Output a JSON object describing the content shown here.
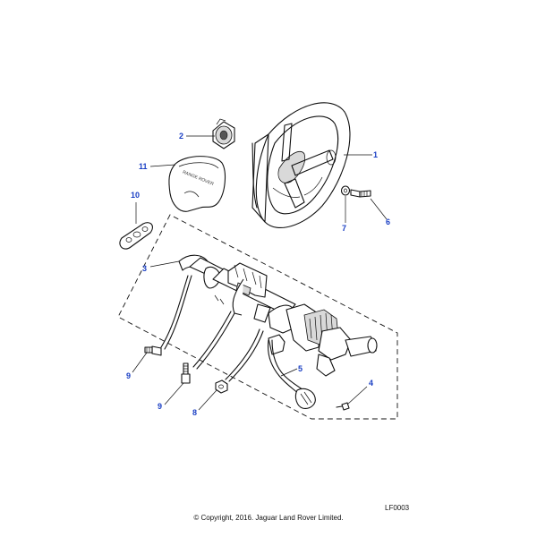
{
  "callouts": {
    "c1": "1",
    "c2": "2",
    "c3": "3",
    "c4": "4",
    "c5": "5",
    "c6": "6",
    "c7": "7",
    "c8": "8",
    "c9a": "9",
    "c9b": "9",
    "c10": "10",
    "c11": "11"
  },
  "airbag_emboss": "RANGE ROVER",
  "diagram_ref": "LF0003",
  "copyright": "© Copyright, 2016. Jaguar Land Rover Limited.",
  "colors": {
    "callout": "#1a3fc4",
    "line": "#111111"
  }
}
